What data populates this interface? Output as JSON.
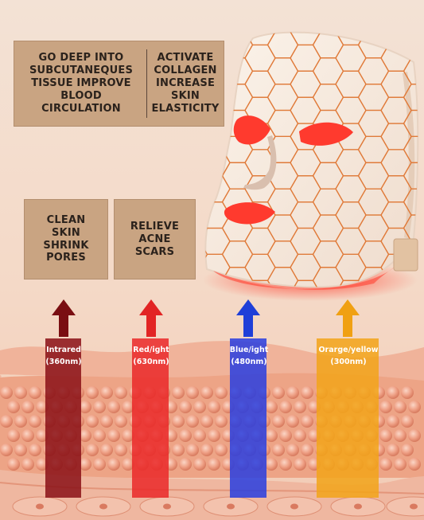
{
  "benefits": {
    "top_left": [
      "GO DEEP INTO",
      "SUBCUTANEQUES",
      "TISSUE IMPROVE",
      "BLOOD",
      "CIRCULATION"
    ],
    "top_right": [
      "ACTIVATE",
      "COLLAGEN",
      "INCREASE",
      "SKIN",
      "ELASTICITY"
    ],
    "left": [
      "CLEAN",
      "SKIN",
      "SHRINK",
      "PORES"
    ],
    "middle": [
      "RELIEVE",
      "ACNE",
      "SCARS"
    ]
  },
  "lights": [
    {
      "name": "Intrared",
      "wavelength": "(360nm)",
      "color": "#7a0e12"
    },
    {
      "name": "Red/ight",
      "wavelength": "(630nm)",
      "color": "#e22424"
    },
    {
      "name": "Blue/ight",
      "wavelength": "(480nm)",
      "color": "#1f3fd8"
    },
    {
      "name": "Orarge/yellow",
      "wavelength": "(300nm)",
      "color": "#f0a012"
    }
  ],
  "colors": {
    "box_fill": "#c9a482",
    "mask": "#f6ece2",
    "mask_lines": "#e07b3a",
    "skin_cells": "#e49276"
  }
}
